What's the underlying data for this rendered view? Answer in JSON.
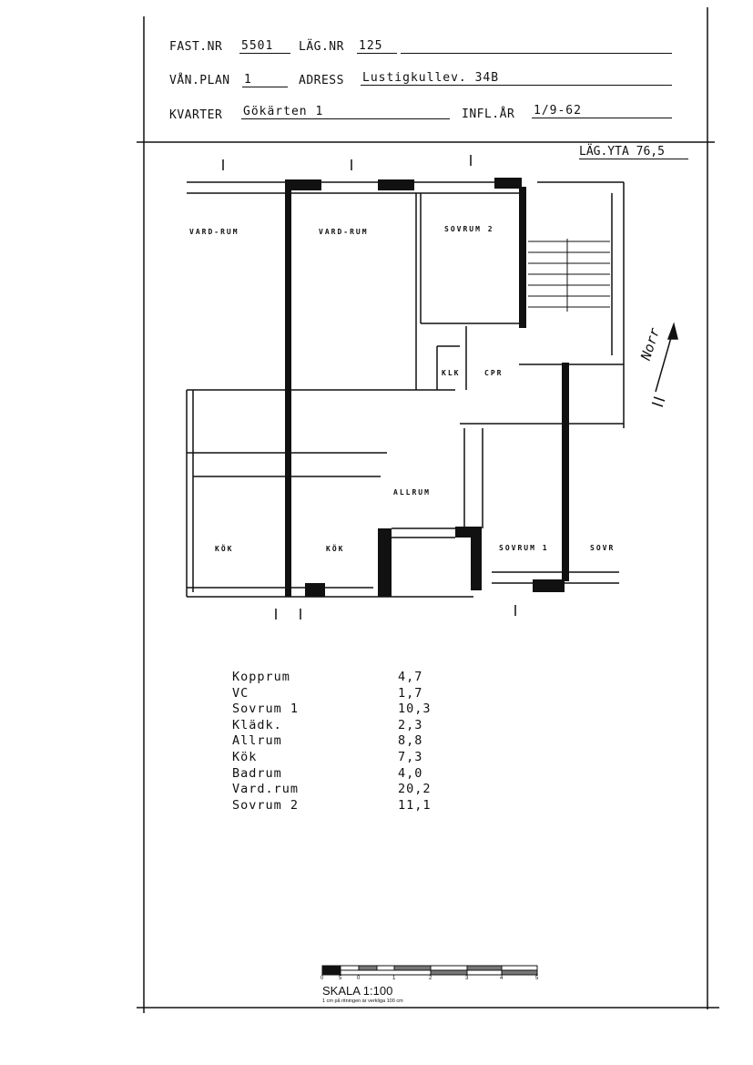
{
  "header": {
    "fast_nr_label": "FAST.NR",
    "fast_nr": "5501",
    "lag_nr_label": "LÄG.NR",
    "lag_nr": "125",
    "van_plan_label": "VÅN.PLAN",
    "van_plan": "1",
    "adress_label": "ADRESS",
    "adress": "Lustigkullev. 34B",
    "kvarter_label": "KVARTER",
    "kvarter": "Gökärten 1",
    "infl_ar_label": "INFL.ÅR",
    "infl_ar": "1/9-62",
    "lag_yta_label": "LÄG.YTA",
    "lag_yta": "76,5"
  },
  "plan": {
    "rooms": {
      "vardrum_a": "VARD-RUM",
      "vardrum_b": "VARD-RUM",
      "sovrum2": "SOVRUM 2",
      "klk": "KLK",
      "cpr": "CPR",
      "allrum": "ALLRUM",
      "kok_left": "KÖK",
      "kok_right": "KÖK",
      "sovrum1": "SOVRUM 1",
      "sovr": "SOVR"
    },
    "north_label": "Norr"
  },
  "areas": [
    {
      "name": "Kopprum",
      "value": "4,7"
    },
    {
      "name": "VC",
      "value": "1,7"
    },
    {
      "name": "Sovrum 1",
      "value": "10,3"
    },
    {
      "name": "Klädk.",
      "value": "2,3"
    },
    {
      "name": "Allrum",
      "value": "8,8"
    },
    {
      "name": "Kök",
      "value": "7,3"
    },
    {
      "name": "Badrum",
      "value": "4,0"
    },
    {
      "name": "Vard.rum",
      "value": "20,2"
    },
    {
      "name": "Sovrum 2",
      "value": "11,1"
    }
  ],
  "scale": {
    "ticks": [
      "0",
      "5",
      "0",
      "1",
      "2",
      "3",
      "4",
      "5"
    ],
    "title": "SKALA 1:100",
    "note": "1 cm på ritningen är verkliga 100 cm"
  }
}
